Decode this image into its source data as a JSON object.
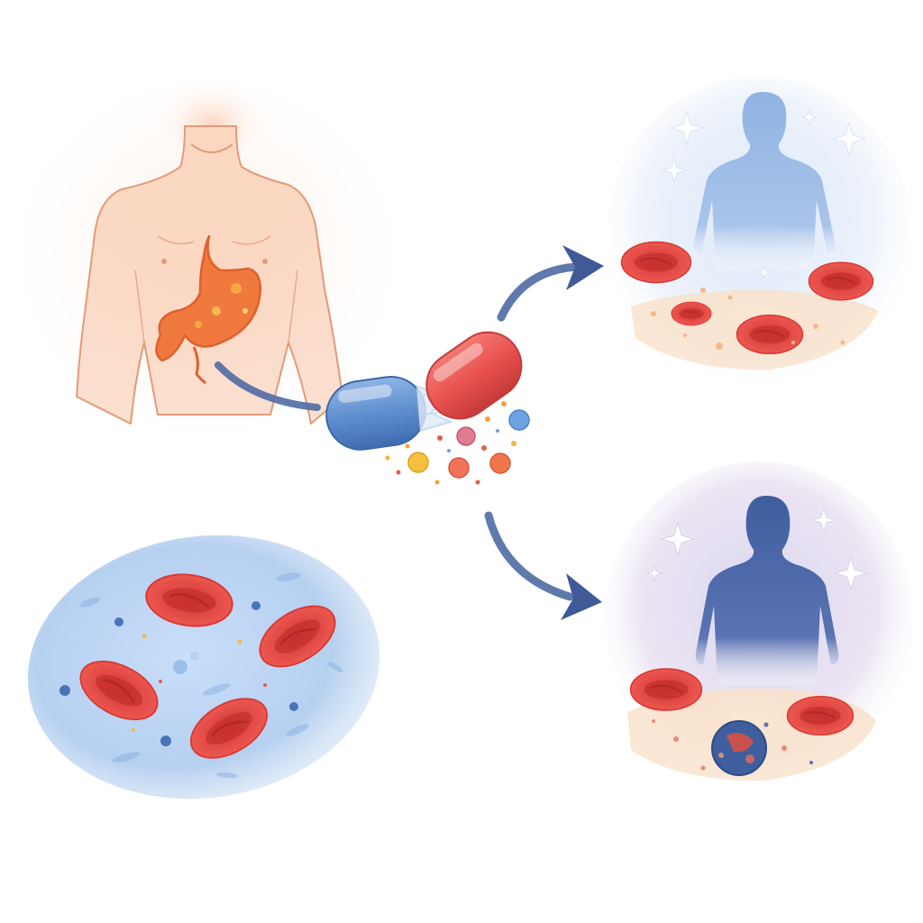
{
  "illustration": {
    "panels": [
      {
        "id": "torso",
        "icon": "human-torso-with-stomach"
      },
      {
        "id": "capsule",
        "icon": "opening-capsule-releasing-particles"
      },
      {
        "id": "outcome-a",
        "icon": "light-blue-figure-with-red-blood-cells"
      },
      {
        "id": "outcome-b",
        "icon": "dark-blue-figure-with-red-blood-cells-and-blue-mass"
      },
      {
        "id": "bloodstream",
        "icon": "red-blood-cells-in-blue-fluid"
      }
    ],
    "arrows": [
      {
        "from": "torso",
        "to": "capsule"
      },
      {
        "from": "capsule",
        "to": "outcome-a"
      },
      {
        "from": "capsule",
        "to": "outcome-b"
      }
    ],
    "colors": {
      "skin": "#f7c6a6",
      "skin_outline": "#e39a78",
      "stomach": "#f07a3e",
      "capsule_blue": "#5f8fcf",
      "capsule_red": "#e9524f",
      "blood_cell": "#e5413f",
      "arrow": "#4f6aa3",
      "figure_light": "#8fb3e3",
      "figure_dark": "#3f5e9e",
      "fluid": "#bcd6f2"
    }
  }
}
